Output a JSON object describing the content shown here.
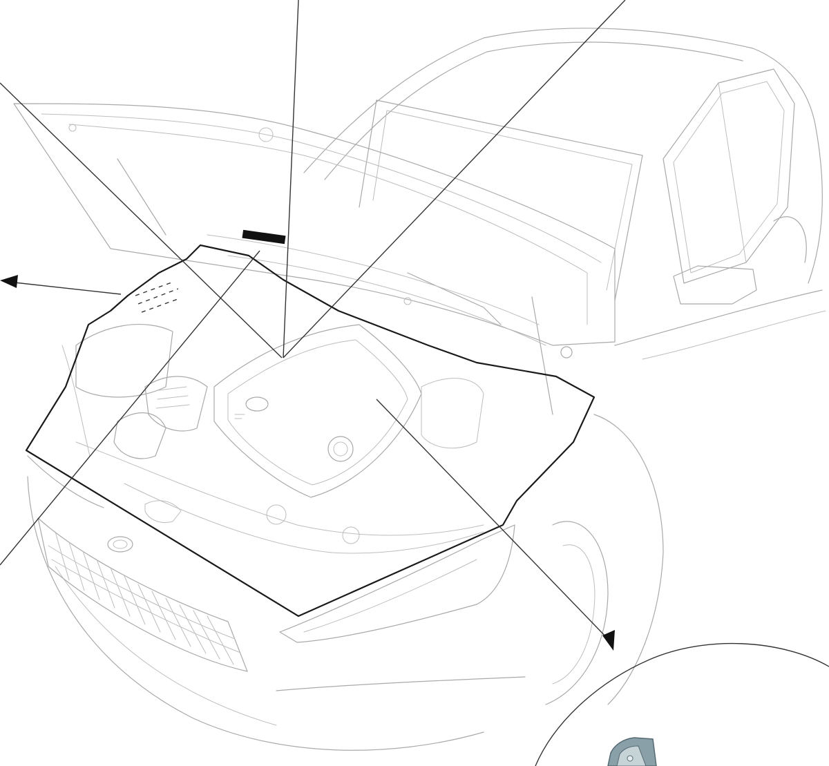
{
  "diagram": {
    "subject": "vehicle-with-open-hood",
    "components": [
      {
        "id": "hood-outline",
        "kind": "highlight-outline"
      },
      {
        "id": "label-marker",
        "kind": "black-bar-marker"
      },
      {
        "id": "detail-callout",
        "kind": "circular-inset"
      }
    ],
    "colors": {
      "line_art": "#a9a9a9",
      "outline": "#1a1a1a",
      "leader": "#333333",
      "background": "#ffffff",
      "inset_part": "#8aa0a8"
    }
  }
}
